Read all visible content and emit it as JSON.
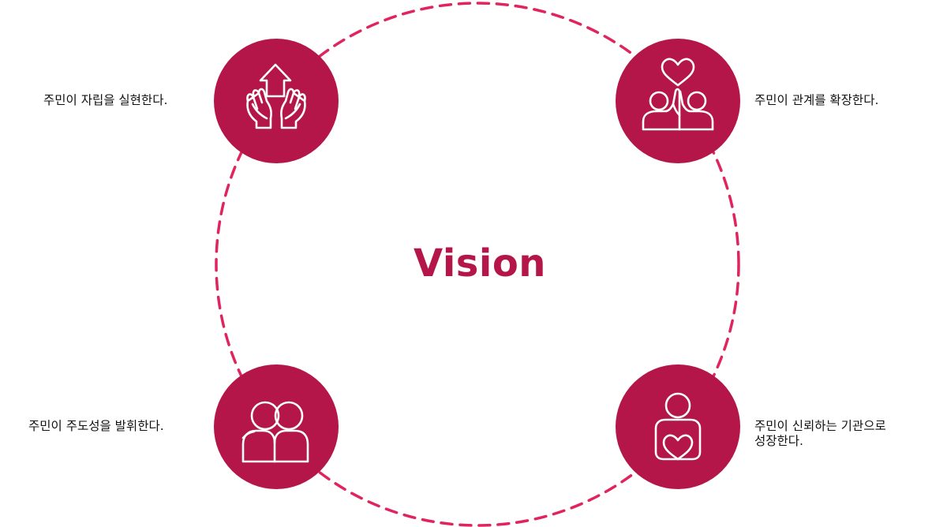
{
  "center": {
    "title": "Vision"
  },
  "nodes": {
    "top_left": {
      "icon": "hands-house-icon",
      "label": "주민이 자립을 실현한다."
    },
    "top_right": {
      "icon": "people-heart-icon",
      "label": "주민이 관계를 확장한다."
    },
    "bottom_left": {
      "icon": "two-people-icon",
      "label": "주민이 주도성을 발휘한다."
    },
    "bottom_right": {
      "icon": "person-heart-icon",
      "label_line1": "주민이 신뢰하는 기관으로",
      "label_line2": "성장한다."
    }
  },
  "colors": {
    "accent": "#b5164a",
    "dashed_ring": "#e0245e",
    "text": "#111111",
    "background": "#ffffff"
  }
}
